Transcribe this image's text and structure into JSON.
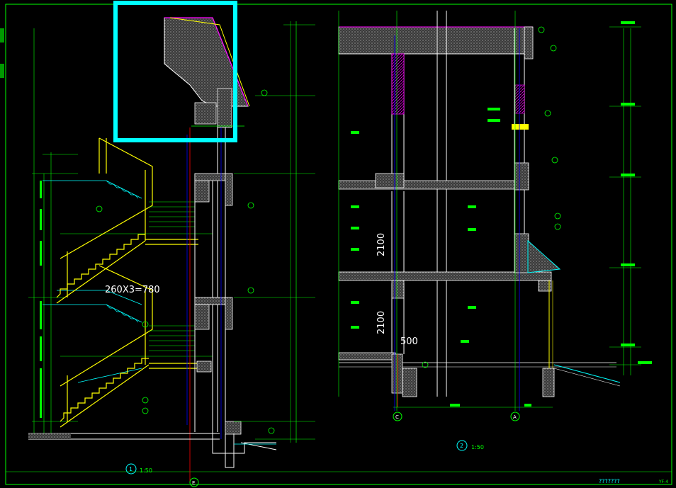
{
  "drawing": {
    "left_section": {
      "stair_label": "260X3=780",
      "view_number": "1",
      "scale": "1:50",
      "axis": "E"
    },
    "right_section": {
      "height_label_upper": "2100",
      "height_label_lower": "2100",
      "height_label_stub": "500",
      "view_number": "2",
      "scale": "1:50",
      "axis_c": "C",
      "axis_a": "A"
    },
    "title_block": {
      "title": "???????",
      "sheet": "YF-4"
    },
    "colors": {
      "background": "#000000",
      "yellow": "#ffff00",
      "green": "#00ff00",
      "cyan": "#00ffff",
      "white": "#ffffff",
      "magenta": "#ff00ff",
      "red": "#ff0000",
      "blue": "#0000ff",
      "highlight": "#00ffff"
    }
  }
}
